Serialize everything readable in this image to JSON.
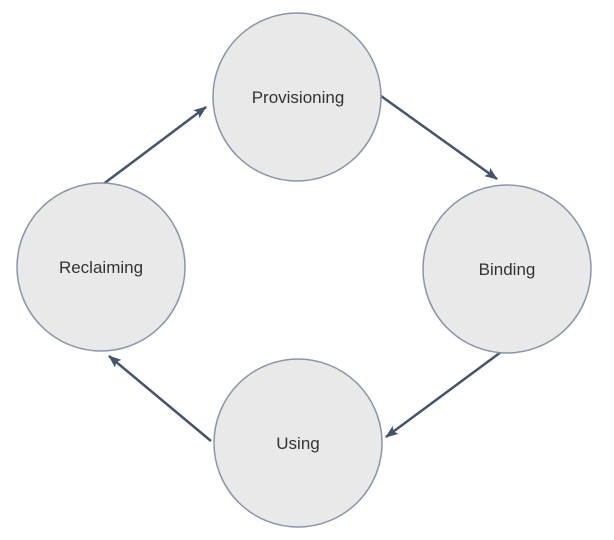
{
  "diagram": {
    "type": "cycle",
    "nodes": [
      {
        "id": "provisioning",
        "label": "Provisioning"
      },
      {
        "id": "binding",
        "label": "Binding"
      },
      {
        "id": "using",
        "label": "Using"
      },
      {
        "id": "reclaiming",
        "label": "Reclaiming"
      }
    ],
    "edges": [
      {
        "from": "provisioning",
        "to": "binding"
      },
      {
        "from": "binding",
        "to": "using"
      },
      {
        "from": "using",
        "to": "reclaiming"
      },
      {
        "from": "reclaiming",
        "to": "provisioning"
      }
    ],
    "colors": {
      "background": "#ffffff",
      "node_fill": "#e9e9e9",
      "node_stroke": "#8a96a8",
      "edge": "#44546a",
      "label": "#333333"
    }
  }
}
